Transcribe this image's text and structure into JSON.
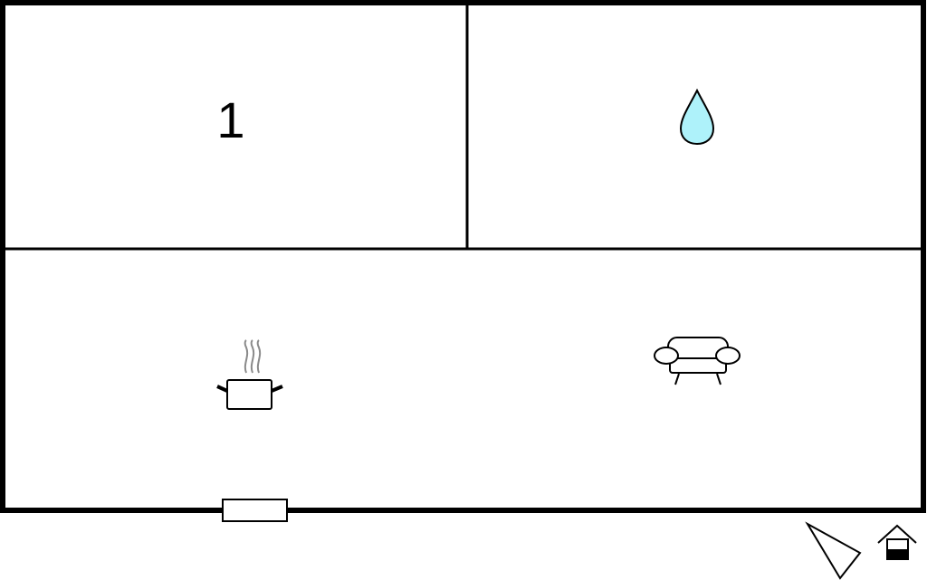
{
  "floorplan": {
    "rooms": [
      {
        "id": "bedroom",
        "label": "1",
        "icon": "bed-number-label"
      },
      {
        "id": "bathroom",
        "label": "",
        "icon": "water-drop-icon"
      },
      {
        "id": "living-kitchen",
        "label": "",
        "icon": "cooking-pot-icon"
      },
      {
        "id": "living-kitchen-sofa",
        "label": "",
        "icon": "sofa-icon"
      }
    ],
    "colors": {
      "walls": "#000000",
      "water_drop": "#aef2fa",
      "steam": "#8a8a8a",
      "background": "#ffffff"
    },
    "legend": {
      "compass": "north-arrow-icon",
      "home": "house-level-icon"
    }
  }
}
